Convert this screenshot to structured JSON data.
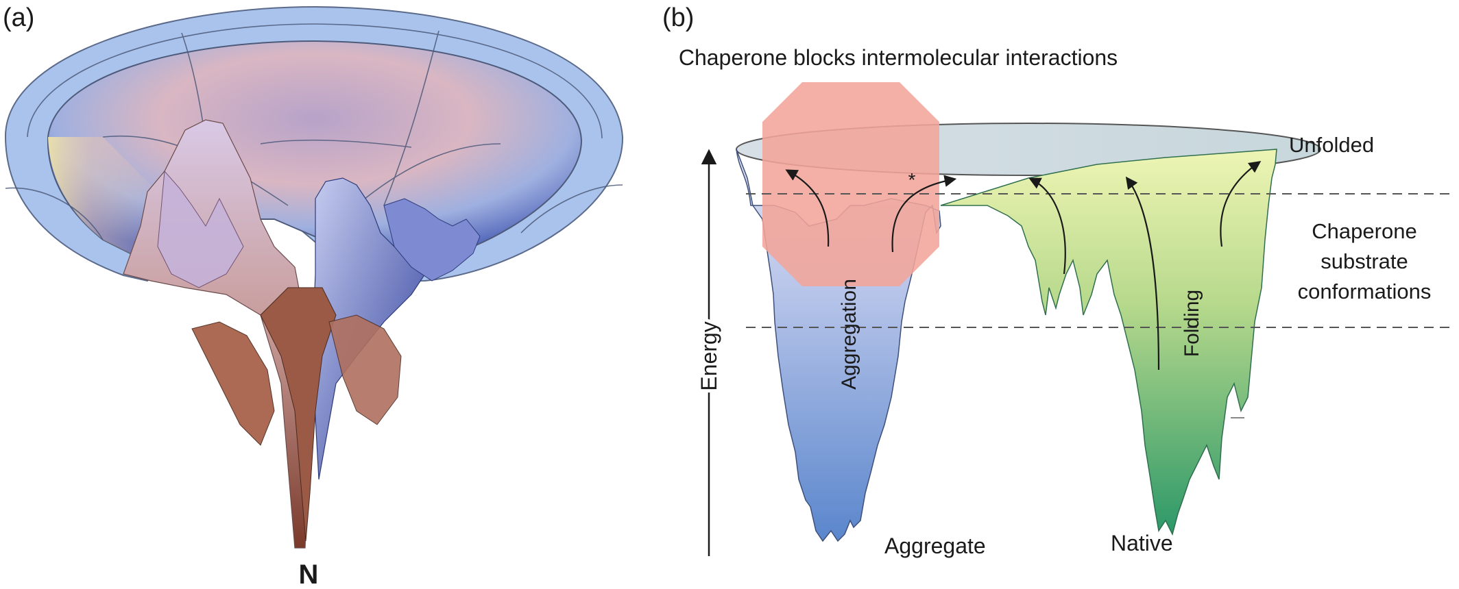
{
  "panel_a": {
    "label": "(a)",
    "bottom_label": "N"
  },
  "panel_b": {
    "label": "(b)",
    "title": "Chaperone blocks intermolecular interactions",
    "axis_label": "Energy",
    "top_state": "Unfolded",
    "band_label_lines": [
      "Chaperone",
      "substrate",
      "conformations"
    ],
    "left_arrow_label": "Aggregation",
    "right_arrow_label": "Folding",
    "left_basin_label": "Aggregate",
    "right_basin_label": "Native",
    "marker": "*"
  },
  "colors": {
    "octagon": "#f2a59a",
    "aggregation_top": "#cfd6ee",
    "aggregation_bottom": "#5f8fd0",
    "folding_top": "#e7f1a6",
    "folding_bottom": "#2e9a6a",
    "rim": "#cfe0e3",
    "funnel_outer": "#9fc0ea",
    "funnel_inner": "#e6c4c0"
  }
}
